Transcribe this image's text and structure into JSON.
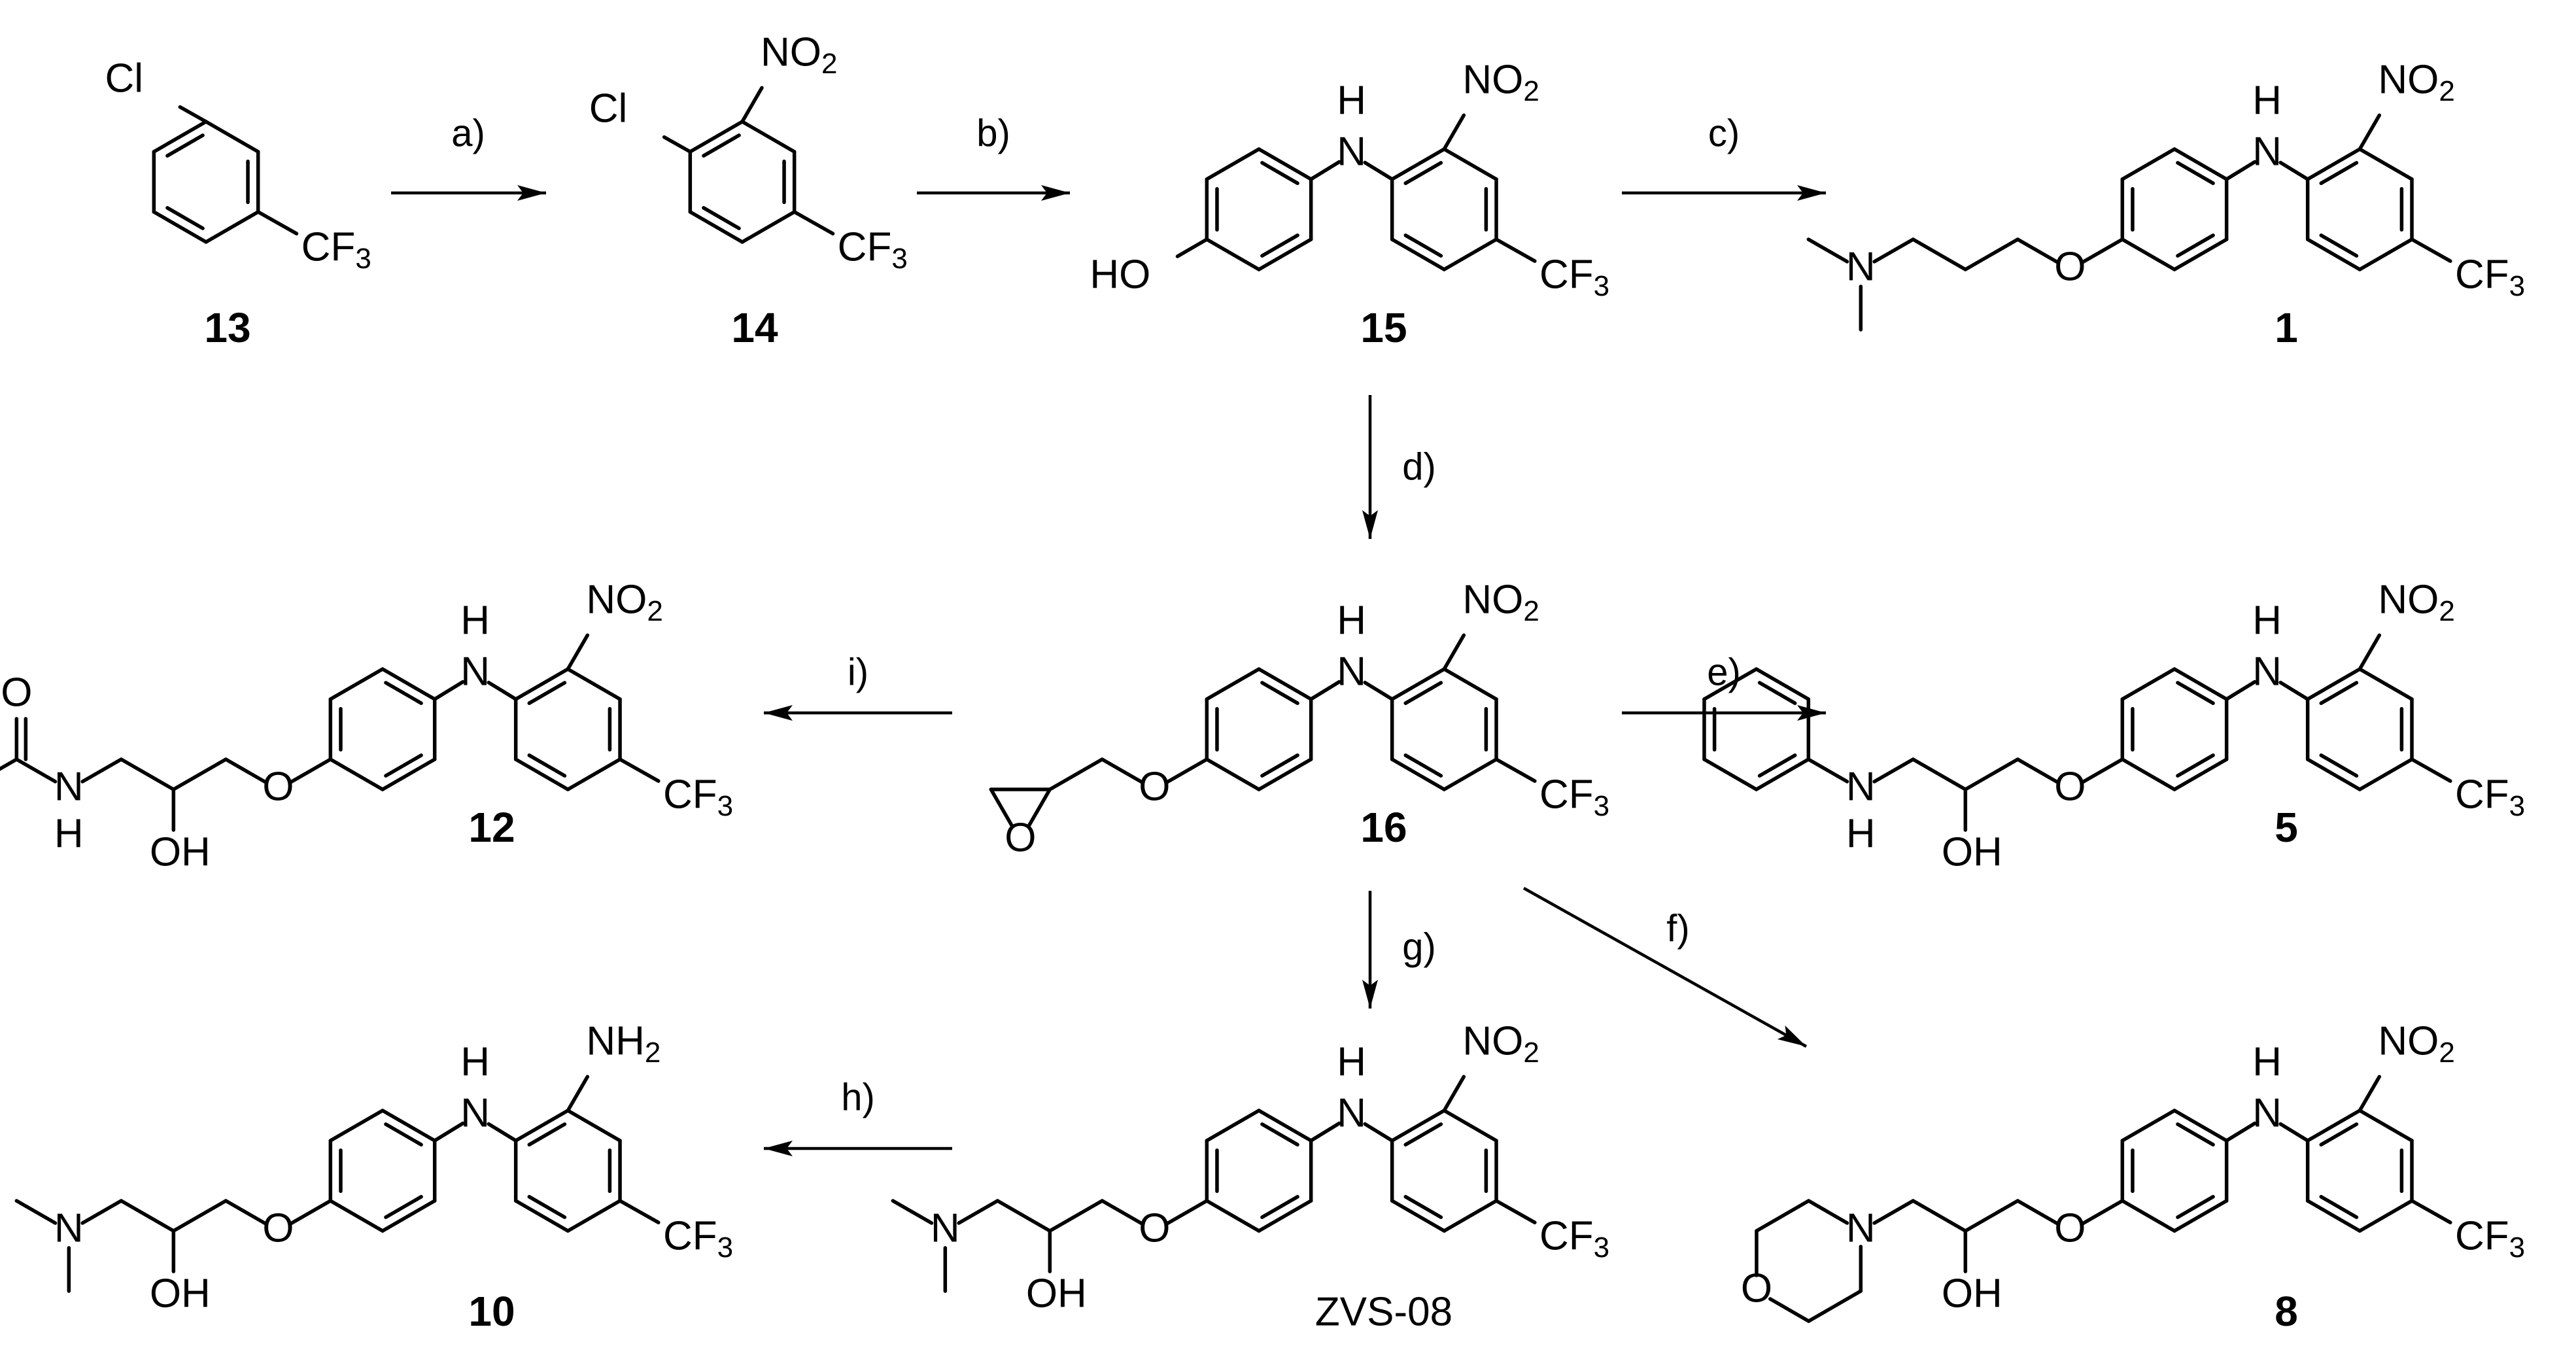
{
  "compounds": [
    {
      "id": "13",
      "label": "13"
    },
    {
      "id": "14",
      "label": "14"
    },
    {
      "id": "15",
      "label": "15"
    },
    {
      "id": "1",
      "label": "1"
    },
    {
      "id": "16",
      "label": "16"
    },
    {
      "id": "12",
      "label": "12"
    },
    {
      "id": "5",
      "label": "5"
    },
    {
      "id": "10",
      "label": "10"
    },
    {
      "id": "zvs08",
      "label": "ZVS-08"
    },
    {
      "id": "8",
      "label": "8"
    }
  ],
  "steps": [
    {
      "id": "a",
      "label": "a)",
      "from": "13",
      "to": "14"
    },
    {
      "id": "b",
      "label": "b)",
      "from": "14",
      "to": "15"
    },
    {
      "id": "c",
      "label": "c)",
      "from": "15",
      "to": "1"
    },
    {
      "id": "d",
      "label": "d)",
      "from": "15",
      "to": "16"
    },
    {
      "id": "i",
      "label": "i)",
      "from": "16",
      "to": "12"
    },
    {
      "id": "e",
      "label": "e)",
      "from": "16",
      "to": "5"
    },
    {
      "id": "g",
      "label": "g)",
      "from": "16",
      "to": "zvs08"
    },
    {
      "id": "f",
      "label": "f)",
      "from": "16",
      "to": "8"
    },
    {
      "id": "h",
      "label": "h)",
      "from": "zvs08",
      "to": "10"
    }
  ],
  "atoms": {
    "cl": "Cl",
    "no2_main": "NO",
    "no2_sub": "2",
    "nh2_main": "NH",
    "nh2_sub": "2",
    "cf3_main": "CF",
    "cf3_sub": "3",
    "h": "H",
    "n": "N",
    "o": "O",
    "ho": "HO",
    "oh": "OH"
  }
}
